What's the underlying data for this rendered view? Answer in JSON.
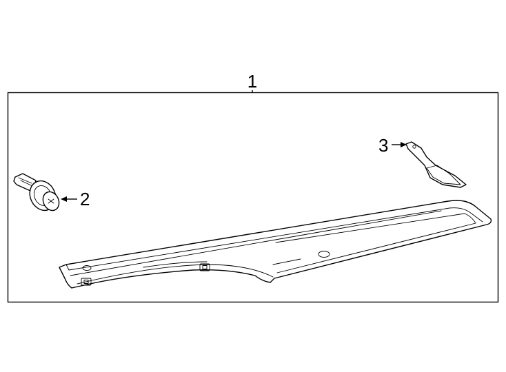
{
  "callouts": {
    "part_1": "1",
    "part_2": "2",
    "part_3": "3"
  },
  "colors": {
    "stroke": "#000000",
    "background": "#ffffff"
  }
}
